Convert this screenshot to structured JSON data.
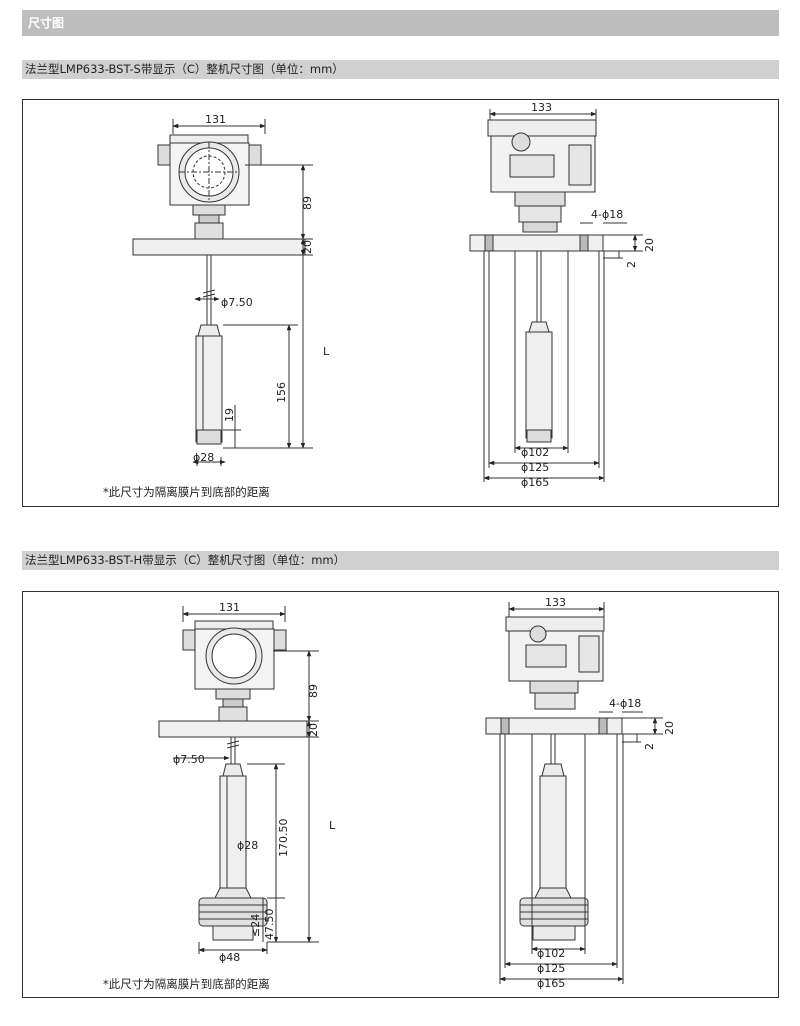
{
  "header": {
    "title": "尺寸图"
  },
  "section1": {
    "title": "法兰型LMP633-BST-S带显示（C）整机尺寸图（单位：mm）",
    "note": "*此尺寸为隔离膜片到底部的距离",
    "left": {
      "width": "131",
      "h_housing": "89",
      "h_flange": "20",
      "cable": "ϕ7.50",
      "L": "L",
      "probe_len": "156",
      "tip_len": "19",
      "probe_dia": "ϕ28"
    },
    "right": {
      "width": "133",
      "holes": "4-ϕ18",
      "h_flange": "20",
      "offset": "2",
      "d_raised": "ϕ102",
      "d_bolt": "ϕ125",
      "d_flange": "ϕ165"
    }
  },
  "section2": {
    "title": "法兰型LMP633-BST-H带显示（C）整机尺寸图（单位：mm）",
    "note": "*此尺寸为隔离膜片到底部的距离",
    "left": {
      "width": "131",
      "h_housing": "89",
      "h_flange": "20",
      "cable": "ϕ7.50",
      "L": "L",
      "probe_dia": "ϕ28",
      "probe_len": "170.50",
      "tip_a": "≤24",
      "tip_b": "47.50",
      "base_dia": "ϕ48"
    },
    "right": {
      "width": "133",
      "holes": "4-ϕ18",
      "h_flange": "20",
      "offset": "2",
      "d_raised": "ϕ102",
      "d_bolt": "ϕ125",
      "d_flange": "ϕ165"
    }
  }
}
